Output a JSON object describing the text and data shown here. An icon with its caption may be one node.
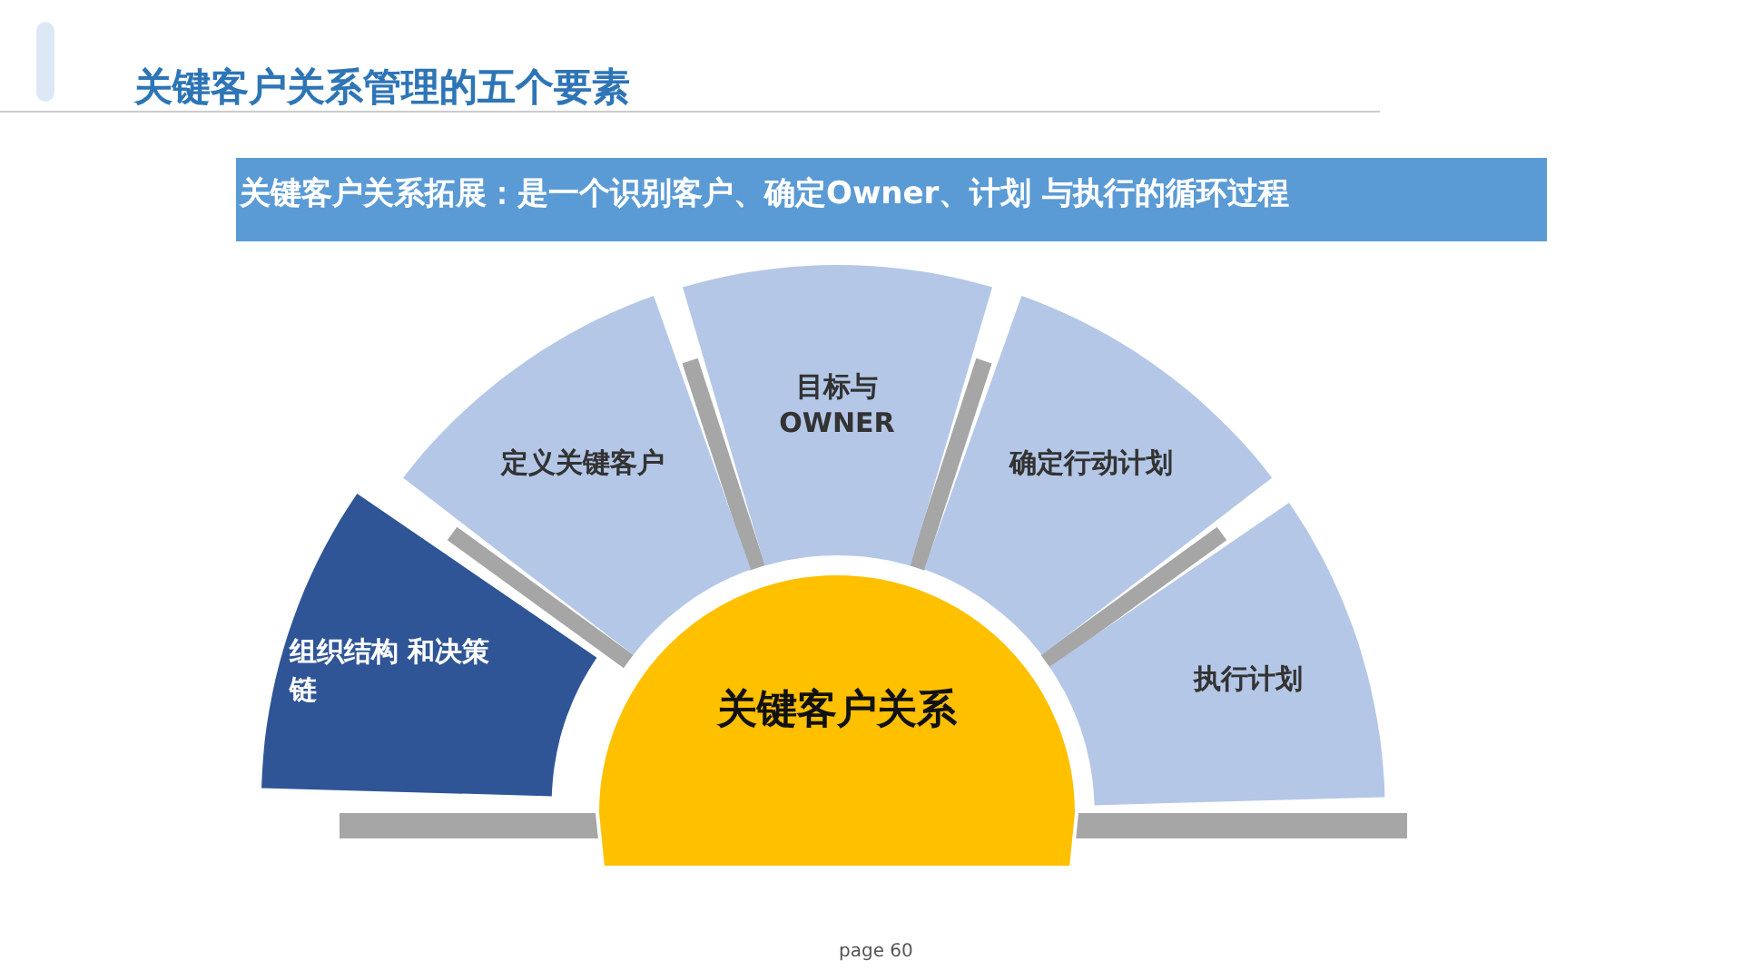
{
  "diagram": {
    "title": "关键客户关系管理的五个要素",
    "nodes": [
      {
        "text": [
          "关键客户关系拓展：是一个识别客户、确定Owner、计划 与执行的循环过程"
        ]
      },
      {
        "text": [
          "组织结构 和决策链"
        ]
      },
      {
        "text": [
          "定义关键客户"
        ]
      },
      {
        "text": [
          "目标与 OWNER"
        ]
      },
      {
        "text": [
          "确定行动计划"
        ]
      },
      {
        "text": [
          "执行计划"
        ]
      },
      {
        "text": [
          "关键客户关系"
        ]
      }
    ],
    "labels": [
      "page 60"
    ]
  }
}
